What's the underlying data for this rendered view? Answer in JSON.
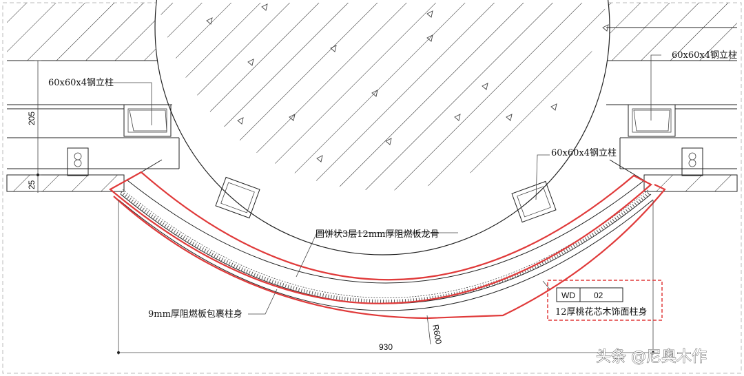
{
  "labels": {
    "steel_post_left": "60x60x4钢立柱",
    "steel_post_right": "60x60x4钢立柱",
    "steel_post_mid": "60x60x4钢立柱",
    "frame": "圆饼状3层12mm厚阻燃板龙骨",
    "wrap": "9mm厚阻燃板包裹柱身",
    "finish": "12厚桃花芯木饰面柱身"
  },
  "tag": {
    "code": "WD",
    "number": "02"
  },
  "dimensions": {
    "d205": "205",
    "d25": "25",
    "d930": "930",
    "r600": "R600"
  },
  "watermark": "头条 @尼奥木作",
  "colors": {
    "highlight": "#e03a3a",
    "line": "#222222"
  }
}
